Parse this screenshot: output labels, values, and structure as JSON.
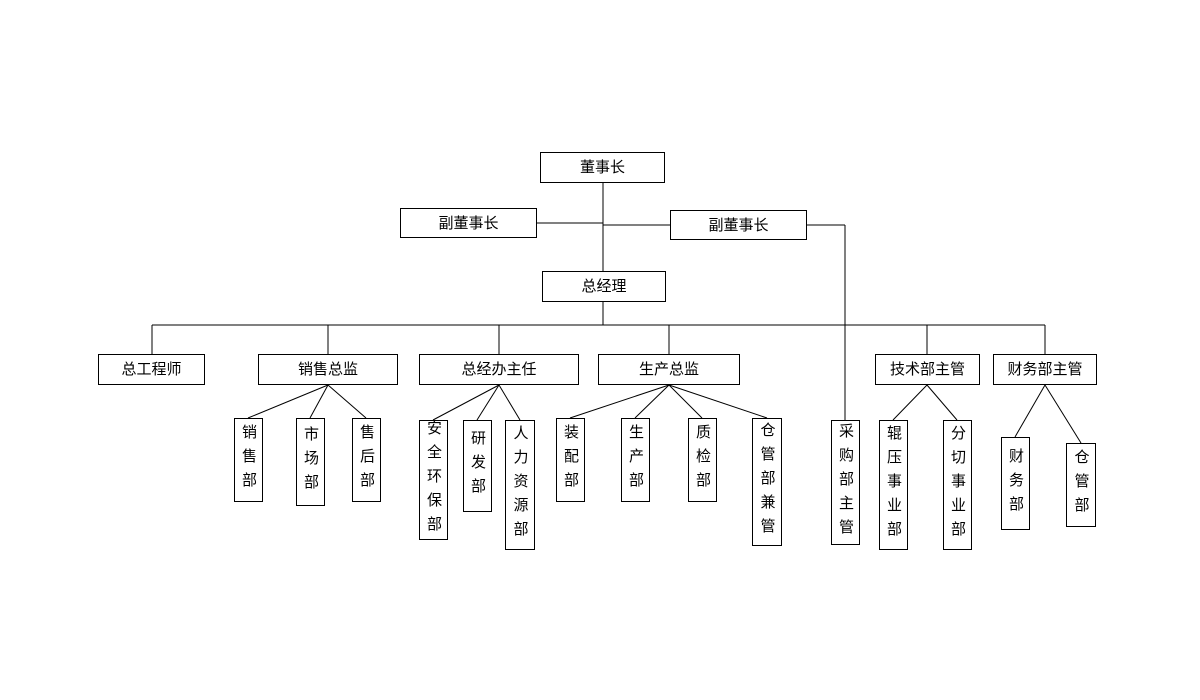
{
  "colors": {
    "background": "#ffffff",
    "box_border": "#000000",
    "connector_line": "#000000",
    "text": "#000000"
  },
  "nodes": {
    "chairman": {
      "label": "董事长"
    },
    "vice_chairman_left": {
      "label": "副董事长"
    },
    "vice_chairman_right": {
      "label": "副董事长"
    },
    "general_manager": {
      "label": "总经理"
    },
    "chief_engineer": {
      "label": "总工程师"
    },
    "sales_director": {
      "label": "销售总监"
    },
    "gm_office_director": {
      "label": "总经办主任"
    },
    "production_director": {
      "label": "生产总监"
    },
    "tech_dept_manager": {
      "label": "技术部主管"
    },
    "finance_dept_manager": {
      "label": "财务部主管"
    },
    "purchasing_dept_manager": {
      "label": "采购部主管"
    },
    "sales_dept": {
      "label": "销售部"
    },
    "marketing_dept": {
      "label": "市场部"
    },
    "after_sales_dept": {
      "label": "售后部"
    },
    "safety_env_dept": {
      "label": "安全环保部"
    },
    "rd_dept": {
      "label": "研发部"
    },
    "hr_dept": {
      "label": "人力资源部"
    },
    "assembly_dept": {
      "label": "装配部"
    },
    "production_dept": {
      "label": "生产部"
    },
    "quality_dept": {
      "label": "质检部"
    },
    "warehouse_joint_dept": {
      "label": "仓管部兼管"
    },
    "roll_press_division": {
      "label": "辊压事业部"
    },
    "slitting_division": {
      "label": "分切事业部"
    },
    "finance_dept": {
      "label": "财务部"
    },
    "warehouse_dept": {
      "label": "仓管部"
    }
  },
  "hierarchy": {
    "id": "chairman",
    "children": [
      {
        "id": "vice_chairman_left"
      },
      {
        "id": "vice_chairman_right",
        "children": [
          {
            "id": "purchasing_dept_manager"
          }
        ]
      },
      {
        "id": "general_manager",
        "children": [
          {
            "id": "chief_engineer"
          },
          {
            "id": "sales_director",
            "children": [
              {
                "id": "sales_dept"
              },
              {
                "id": "marketing_dept"
              },
              {
                "id": "after_sales_dept"
              }
            ]
          },
          {
            "id": "gm_office_director",
            "children": [
              {
                "id": "safety_env_dept"
              },
              {
                "id": "rd_dept"
              },
              {
                "id": "hr_dept"
              }
            ]
          },
          {
            "id": "production_director",
            "children": [
              {
                "id": "assembly_dept"
              },
              {
                "id": "production_dept"
              },
              {
                "id": "quality_dept"
              },
              {
                "id": "warehouse_joint_dept"
              }
            ]
          },
          {
            "id": "tech_dept_manager",
            "children": [
              {
                "id": "roll_press_division"
              },
              {
                "id": "slitting_division"
              }
            ]
          },
          {
            "id": "finance_dept_manager",
            "children": [
              {
                "id": "finance_dept"
              },
              {
                "id": "warehouse_dept"
              }
            ]
          }
        ]
      }
    ]
  }
}
